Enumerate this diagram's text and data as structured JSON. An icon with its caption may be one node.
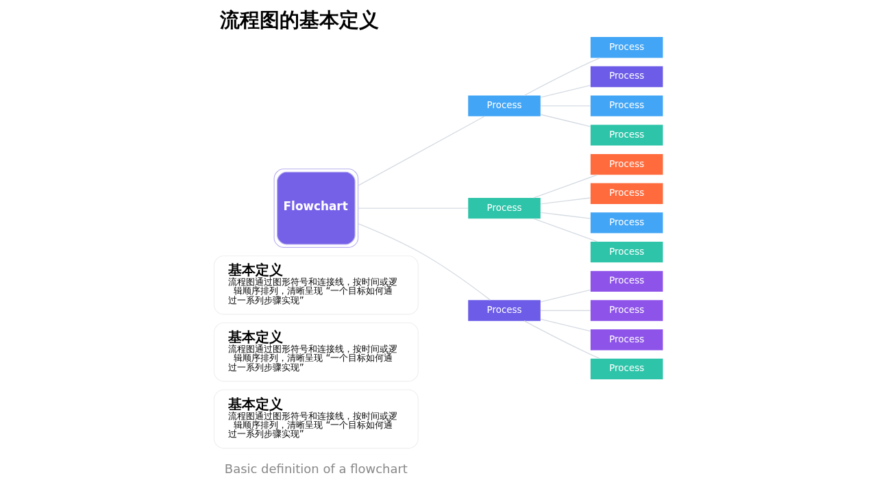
{
  "diagram": {
    "title": "流程图的基本定义",
    "nodes": [
      {
        "text": [
          "基本定义",
          "流程图通过图形符号和连接线，按时间或逻辑顺序排列，清晰呈现 “一个目标如何通过一系列步骤实现”"
        ]
      },
      {
        "text": [
          "基本定义",
          "流程图通过图形符号和连接线，按时间或逻辑顺序排列，清晰呈现 “一个目标如何通过一系列步骤实现”"
        ]
      },
      {
        "text": [
          "基本定义",
          "流程图通过图形符号和连接线，按时间或逻辑顺序排列，清晰呈现 “一个目标如何通过一系列步骤实现”"
        ]
      },
      {
        "text": [
          "Flowchart"
        ]
      },
      {
        "text": [
          "Process"
        ]
      },
      {
        "text": [
          "Process"
        ]
      },
      {
        "text": [
          "Process"
        ]
      },
      {
        "text": [
          "Process"
        ]
      },
      {
        "text": [
          "Process"
        ]
      },
      {
        "text": [
          "Process"
        ]
      },
      {
        "text": [
          "Process"
        ]
      },
      {
        "text": [
          "Process"
        ]
      },
      {
        "text": [
          "Process"
        ]
      },
      {
        "text": [
          "Process"
        ]
      },
      {
        "text": [
          "Process"
        ]
      },
      {
        "text": [
          "Process"
        ]
      },
      {
        "text": [
          "Process"
        ]
      },
      {
        "text": [
          "Process"
        ]
      },
      {
        "text": [
          "Process"
        ]
      }
    ],
    "edges": [
      {
        "from": 3,
        "to": 4,
        "arrow": "none"
      },
      {
        "from": 3,
        "to": 5,
        "arrow": "none"
      },
      {
        "from": 3,
        "to": 6,
        "arrow": "none"
      },
      {
        "from": 4,
        "to": 7,
        "arrow": "none"
      },
      {
        "from": 4,
        "to": 8,
        "arrow": "none"
      },
      {
        "from": 4,
        "to": 9,
        "arrow": "none"
      },
      {
        "from": 4,
        "to": 10,
        "arrow": "none"
      },
      {
        "from": 5,
        "to": 11,
        "arrow": "none"
      },
      {
        "from": 5,
        "to": 12,
        "arrow": "none"
      },
      {
        "from": 5,
        "to": 13,
        "arrow": "none"
      },
      {
        "from": 5,
        "to": 14,
        "arrow": "none"
      },
      {
        "from": 6,
        "to": 15,
        "arrow": "none"
      },
      {
        "from": 6,
        "to": 16,
        "arrow": "none"
      },
      {
        "from": 6,
        "to": 17,
        "arrow": "none"
      },
      {
        "from": 6,
        "to": 18,
        "arrow": "none"
      }
    ],
    "labels": [
      "Basic definition of a flowchart"
    ]
  }
}
